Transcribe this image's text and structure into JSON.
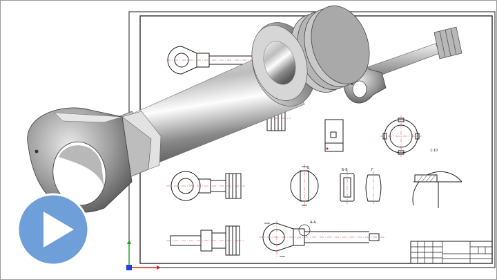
{
  "window": {
    "title": ""
  },
  "colors": {
    "play_fill": "#6f9fd8",
    "play_edge": "#ffffff",
    "line": "#1a1a1a",
    "center_line": "#d04040",
    "axis_x": "#d42020",
    "axis_y": "#18a018",
    "axis_z": "#2040e0"
  },
  "drawing": {
    "section_labels": [
      "Б-Б",
      "Б",
      "А-А",
      "Г",
      "1:10"
    ]
  },
  "icons": [
    "play-icon"
  ]
}
